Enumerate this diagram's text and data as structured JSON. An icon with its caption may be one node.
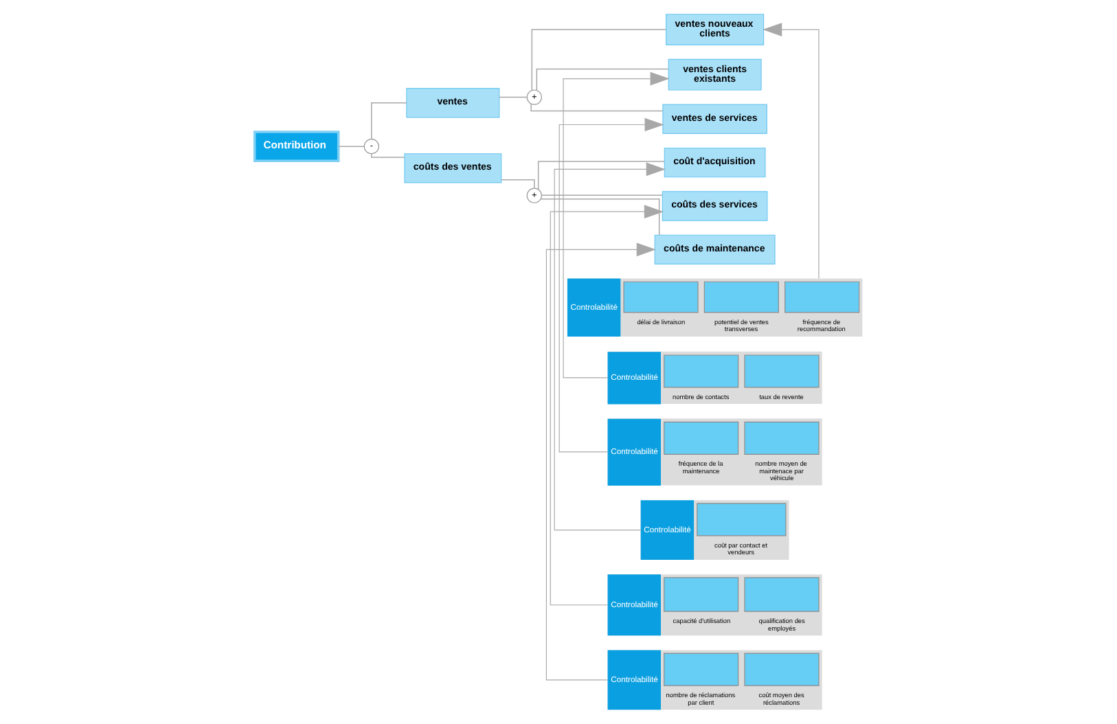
{
  "diagram": {
    "nodes": [
      {
        "text": [
          "Contribution"
        ]
      },
      {
        "text": [
          "-"
        ]
      },
      {
        "text": [
          "ventes"
        ]
      },
      {
        "text": [
          "coûts des ventes"
        ]
      },
      {
        "text": [
          "+"
        ]
      },
      {
        "text": [
          "+"
        ]
      },
      {
        "text": [
          "ventes nouveaux clients"
        ]
      },
      {
        "text": [
          "ventes clients existants"
        ]
      },
      {
        "text": [
          "ventes de services"
        ]
      },
      {
        "text": [
          "coût d'acquisition"
        ]
      },
      {
        "text": [
          "coûts des services"
        ]
      },
      {
        "text": [
          "coûts de maintenance"
        ]
      },
      {
        "text": [
          "Controlabilité",
          "délai de livraison",
          "potentiel de ventes transverses",
          "fréquence de recommandation"
        ]
      },
      {
        "text": [
          "Controlabilité",
          "nombre de contacts",
          "taux de revente"
        ]
      },
      {
        "text": [
          "Controlabilité",
          "fréquence de la maintenance",
          "nombre moyen de maintenace par véhicule"
        ]
      },
      {
        "text": [
          "Controlabilité",
          "coût par contact et vendeurs"
        ]
      },
      {
        "text": [
          "Controlabilité",
          "capacité d'utilisation",
          "qualification des employés"
        ]
      },
      {
        "text": [
          "Controlabilité",
          "nombre de réclamations par client",
          "coût moyen des réclamations"
        ]
      }
    ],
    "edges": [
      {
        "from": 0,
        "to": 1,
        "arrow": "none"
      },
      {
        "from": 1,
        "to": 2,
        "arrow": "none"
      },
      {
        "from": 1,
        "to": 3,
        "arrow": "none"
      },
      {
        "from": 2,
        "to": 4,
        "arrow": "none"
      },
      {
        "from": 4,
        "to": 6,
        "arrow": "none"
      },
      {
        "from": 4,
        "to": 7,
        "arrow": "none"
      },
      {
        "from": 4,
        "to": 8,
        "arrow": "none"
      },
      {
        "from": 3,
        "to": 5,
        "arrow": "none"
      },
      {
        "from": 5,
        "to": 9,
        "arrow": "none"
      },
      {
        "from": 5,
        "to": 10,
        "arrow": "none"
      },
      {
        "from": 5,
        "to": 11,
        "arrow": "none"
      },
      {
        "from": 12,
        "to": 6,
        "arrow": "to"
      },
      {
        "from": 13,
        "to": 7,
        "arrow": "to"
      },
      {
        "from": 14,
        "to": 8,
        "arrow": "to"
      },
      {
        "from": 15,
        "to": 9,
        "arrow": "to"
      },
      {
        "from": 16,
        "to": 10,
        "arrow": "to"
      },
      {
        "from": 17,
        "to": 11,
        "arrow": "to"
      }
    ]
  }
}
